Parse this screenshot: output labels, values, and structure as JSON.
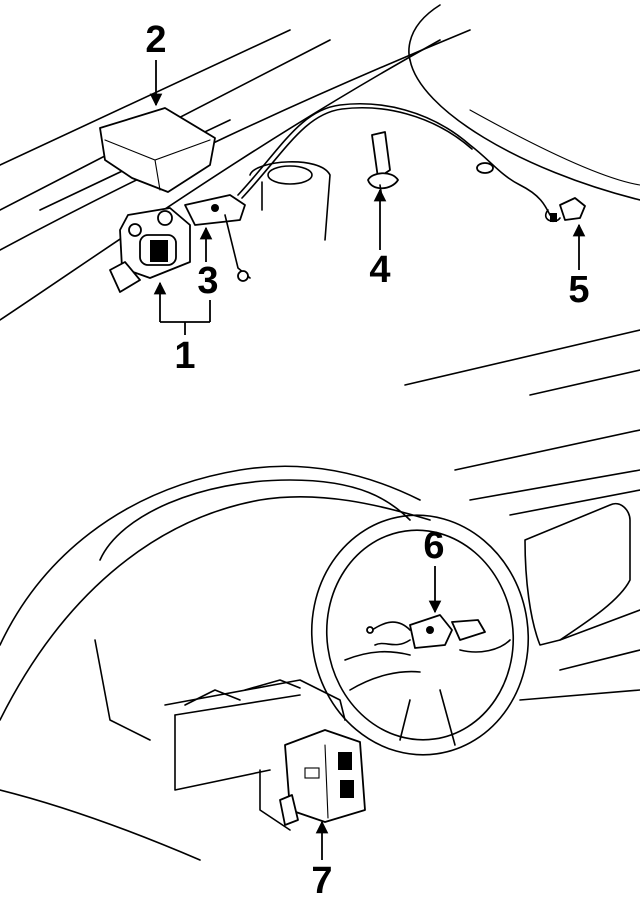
{
  "callouts": [
    {
      "id": 1,
      "label": "1"
    },
    {
      "id": 2,
      "label": "2"
    },
    {
      "id": 3,
      "label": "3"
    },
    {
      "id": 4,
      "label": "4"
    },
    {
      "id": 5,
      "label": "5"
    },
    {
      "id": 6,
      "label": "6"
    },
    {
      "id": 7,
      "label": "7"
    }
  ]
}
